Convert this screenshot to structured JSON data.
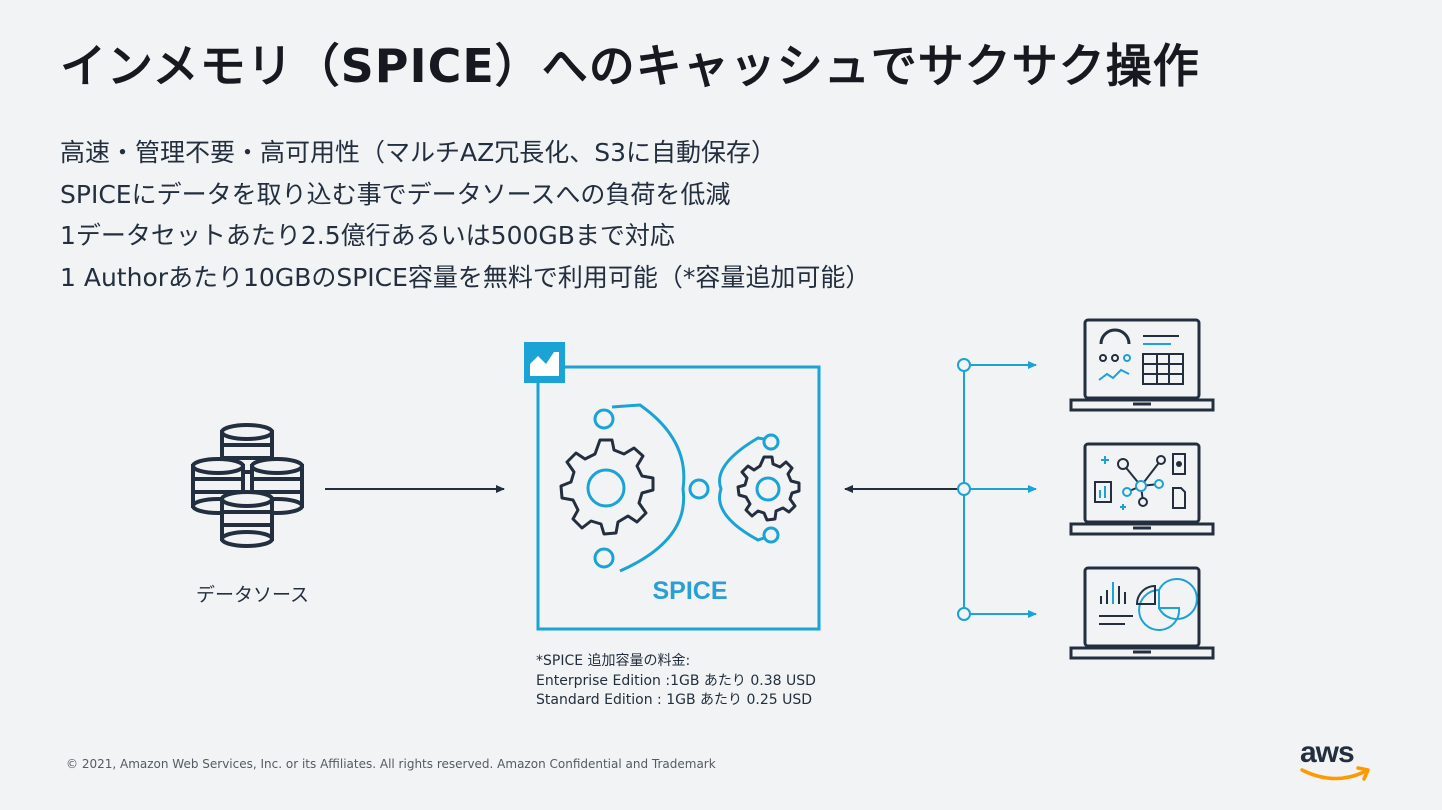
{
  "title": "インメモリ（SPICE）へのキャッシュでサクサク操作",
  "bullets": [
    "高速・管理不要・高可用性（マルチAZ冗長化、S3に自動保存）",
    "SPICEにデータを取り込む事でデータソースへの負荷を低減",
    "1データセットあたり2.5億行あるいは500GBまで対応",
    "1 Authorあたり10GBのSPICE容量を無料で利用可能（*容量追加可能）"
  ],
  "diagram": {
    "datasource_label": "データソース",
    "spice_label": "SPICE",
    "pricing": [
      "*SPICE 追加容量の料金:",
      "Enterprise Edition :1GB あたり 0.38 USD",
      "Standard Edition : 1GB あたり 0.25 USD"
    ],
    "outputs": [
      "dashboard-laptop-icon",
      "ml-insights-laptop-icon",
      "charts-laptop-icon"
    ]
  },
  "footer": "© 2021, Amazon Web Services, Inc. or its Affiliates. All rights reserved. Amazon Confidential and Trademark",
  "logo": "aws",
  "colors": {
    "accent": "#1ba3d6",
    "dark": "#232f3e",
    "background": "#f1f3f4"
  }
}
